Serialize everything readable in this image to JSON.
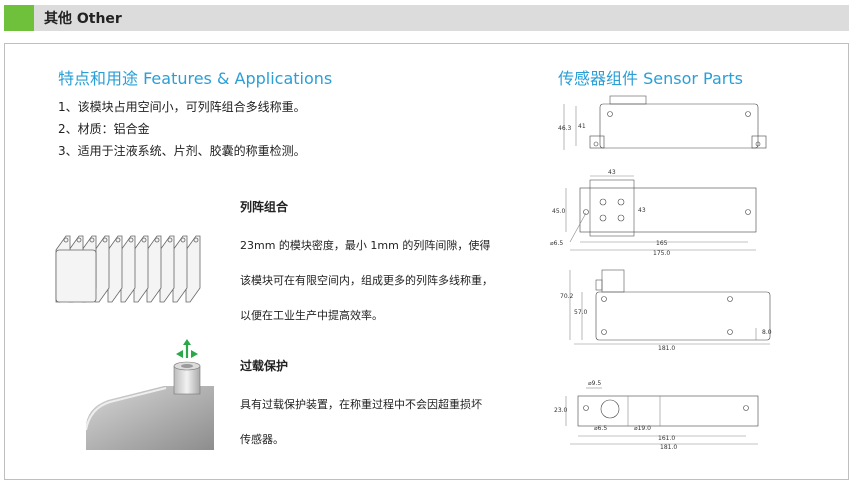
{
  "header": {
    "title": "其他 Other"
  },
  "features": {
    "title": "特点和用途 Features & Applications",
    "items": [
      "1、该模块占用空间小，可列阵组合多线称重。",
      "2、材质：铝合金",
      "3、适用于注液系统、片剂、胶囊的称重检测。"
    ]
  },
  "array": {
    "title": "列阵组合",
    "lines": [
      "23mm 的模块密度，最小 1mm 的列阵间隙，使得",
      "该模块可在有限空间内，组成更多的列阵多线称重，",
      "以便在工业生产中提高效率。"
    ]
  },
  "overload": {
    "title": "过载保护",
    "lines": [
      "具有过载保护装置，在称重过程中不会因超重损坏",
      "传感器。"
    ]
  },
  "sensor_parts": {
    "title": "传感器组件 Sensor Parts",
    "dims": {
      "side_h1": "46.3",
      "side_h2": "41",
      "top_sq": "43",
      "top_h": "45.0",
      "top_sq_h": "43",
      "top_hole": "⌀6.5",
      "top_w1": "165",
      "top_w2": "175.0",
      "front_h1": "70.2",
      "front_h2": "57.0",
      "front_small": "8.0",
      "front_w": "181.0",
      "bottom_dia1": "⌀9.5",
      "bottom_h": "23.0",
      "bottom_hole": "⌀6.5",
      "bottom_dia2": "⌀19.0",
      "bottom_w1": "161.0",
      "bottom_w2": "181.0"
    }
  }
}
